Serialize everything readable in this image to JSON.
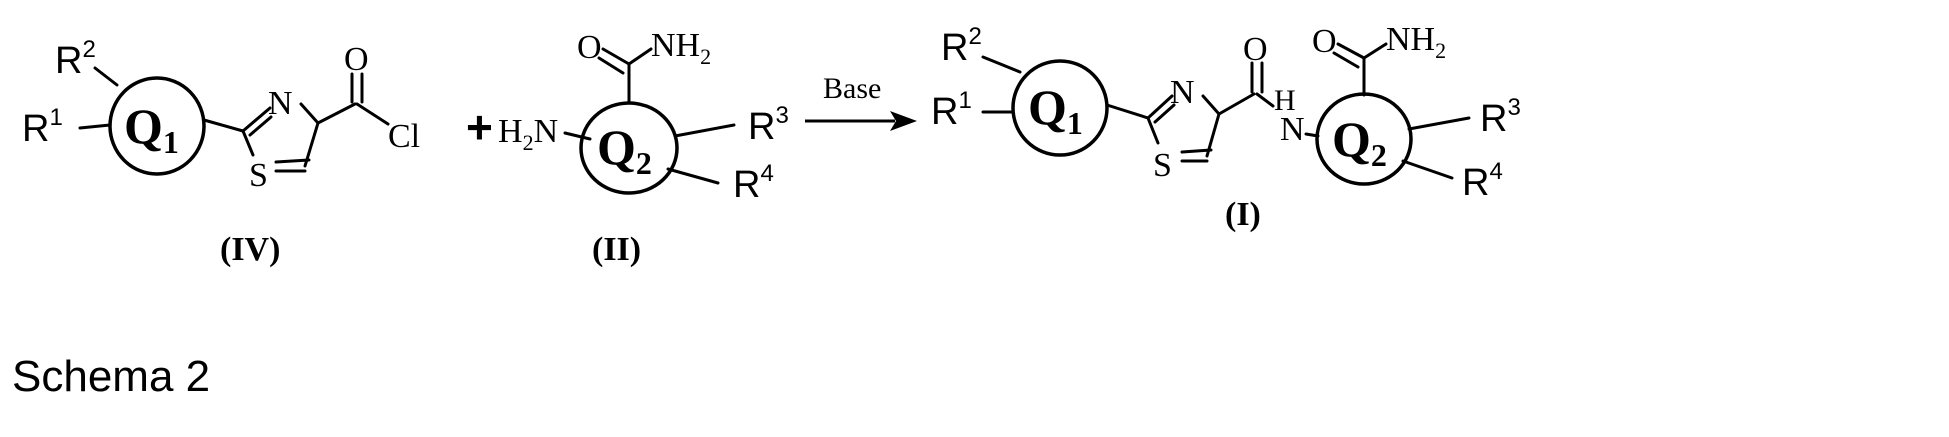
{
  "reactant_iv": {
    "compound_label": "(IV)",
    "ring_q1": "Q",
    "ring_q1_sub": "1",
    "r1": "R",
    "r1_sup": "1",
    "r2": "R",
    "r2_sup": "2",
    "thiazole_n": "N",
    "thiazole_s": "S",
    "carbonyl_o": "O",
    "chloride": "Cl"
  },
  "plus_sign": "+",
  "reactant_ii": {
    "compound_label": "(II)",
    "ring_q2": "Q",
    "ring_q2_sub": "2",
    "amine_h": "H",
    "amine_h_sub": "2",
    "amine_n": "N",
    "amide_o": "O",
    "amide_nh": "NH",
    "amide_nh_sub": "2",
    "r3": "R",
    "r3_sup": "3",
    "r4": "R",
    "r4_sup": "4"
  },
  "reaction": {
    "reagent": "Base"
  },
  "product_i": {
    "compound_label": "(I)",
    "ring_q1": "Q",
    "ring_q1_sub": "1",
    "ring_q2": "Q",
    "ring_q2_sub": "2",
    "r1": "R",
    "r1_sup": "1",
    "r2": "R",
    "r2_sup": "2",
    "r3": "R",
    "r3_sup": "3",
    "r4": "R",
    "r4_sup": "4",
    "thiazole_n": "N",
    "thiazole_s": "S",
    "link_carbonyl_o": "O",
    "link_h": "H",
    "link_n": "N",
    "amide_o": "O",
    "amide_nh": "NH",
    "amide_nh_sub": "2"
  },
  "caption": "Schema 2"
}
